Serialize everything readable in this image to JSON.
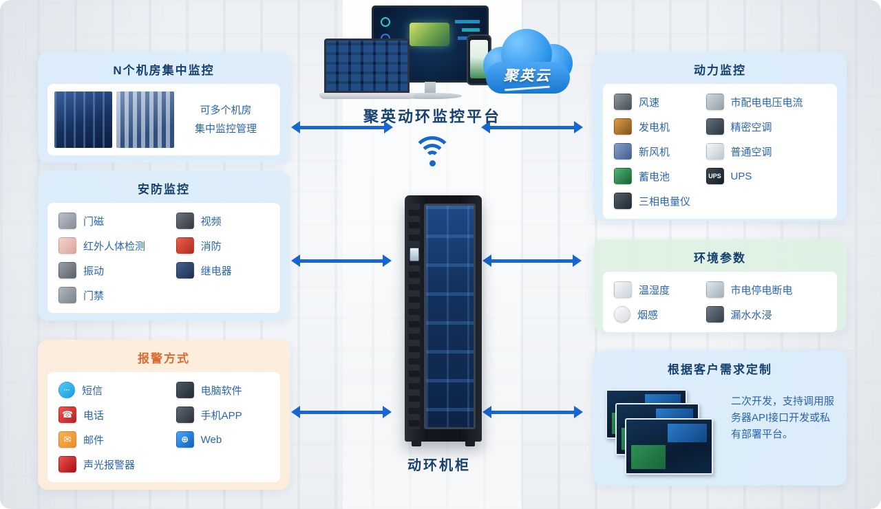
{
  "colors": {
    "arrow": "#1766d1",
    "panel_blue": "#dbecfa",
    "panel_orange": "#fcecdc",
    "panel_green": "#ddf1e3",
    "title_navy": "#16406e",
    "title_orange": "#d96d33",
    "item_blue": "#2a64ad",
    "cloud_blue": "#1f8ce8"
  },
  "cloud": {
    "label": "聚英云"
  },
  "platform_title": "聚英动环监控平台",
  "cabinet_label": "动环机柜",
  "rooms_panel": {
    "title": "N个机房集中监控",
    "caption": [
      "可多个机房",
      "集中监控管理"
    ]
  },
  "security_panel": {
    "title": "安防监控",
    "items": [
      {
        "label": "门磁",
        "icon": "door-magnet-icon",
        "c1": "#b9bfc7",
        "c2": "#878e98"
      },
      {
        "label": "视频",
        "icon": "video-camera-icon",
        "c1": "#6d737b",
        "c2": "#34393f"
      },
      {
        "label": "红外人体检测",
        "icon": "infrared-detector-icon",
        "c1": "#f3d3cd",
        "c2": "#dfa49b"
      },
      {
        "label": "消防",
        "icon": "fire-protection-icon",
        "c1": "#e8604c",
        "c2": "#b02a1c"
      },
      {
        "label": "振动",
        "icon": "vibration-sensor-icon",
        "c1": "#979ea6",
        "c2": "#5a6169"
      },
      {
        "label": "继电器",
        "icon": "relay-icon",
        "c1": "#41608e",
        "c2": "#1f3050"
      },
      {
        "label": "门禁",
        "icon": "access-control-icon",
        "c1": "#b0b7bf",
        "c2": "#7a828b"
      }
    ]
  },
  "alarm_panel": {
    "title": "报警方式",
    "items": [
      {
        "label": "短信",
        "icon": "sms-icon",
        "shape": "circle",
        "glyph": "···",
        "c1": "#55c9f5",
        "c2": "#119fe3"
      },
      {
        "label": "电脑软件",
        "icon": "pc-software-icon",
        "c1": "#4d5863",
        "c2": "#232b33"
      },
      {
        "label": "电话",
        "icon": "telephone-icon",
        "glyph": "☎",
        "c1": "#ee5350",
        "c2": "#bb2020"
      },
      {
        "label": "手机APP",
        "icon": "mobile-app-icon",
        "c1": "#5f6872",
        "c2": "#2a313a"
      },
      {
        "label": "邮件",
        "icon": "email-icon",
        "glyph": "✉",
        "c1": "#f5b253",
        "c2": "#ec8d26"
      },
      {
        "label": "Web",
        "icon": "web-icon",
        "glyph": "⊕",
        "c1": "#47a7f5",
        "c2": "#1160bd"
      },
      {
        "label": "声光报警器",
        "icon": "sound-light-alarm-icon",
        "c1": "#ef5050",
        "c2": "#a31212"
      }
    ]
  },
  "power_panel": {
    "title": "动力监控",
    "items": [
      {
        "label": "风速",
        "icon": "wind-speed-icon",
        "c1": "#8e969e",
        "c2": "#474e56"
      },
      {
        "label": "市配电电压电流",
        "icon": "mains-power-meter-icon",
        "c1": "#d2d8de",
        "c2": "#959da6"
      },
      {
        "label": "发电机",
        "icon": "generator-icon",
        "c1": "#e29a42",
        "c2": "#7e5420"
      },
      {
        "label": "精密空调",
        "icon": "precision-ac-icon",
        "c1": "#5f6e7a",
        "c2": "#2b3740"
      },
      {
        "label": "新风机",
        "icon": "fresh-air-fan-icon",
        "c1": "#87a0c8",
        "c2": "#415d8d"
      },
      {
        "label": "普通空调",
        "icon": "ordinary-ac-icon",
        "c1": "#f4f7f9",
        "c2": "#bfc9d1"
      },
      {
        "label": "蓄电池",
        "icon": "battery-icon",
        "c1": "#53b474",
        "c2": "#176237"
      },
      {
        "label": "UPS",
        "icon": "ups-icon",
        "glyph": "UPS",
        "c1": "#3c4952",
        "c2": "#131d26"
      },
      {
        "label": "三相电量仪",
        "icon": "three-phase-meter-icon",
        "c1": "#525e69",
        "c2": "#1f2931"
      }
    ]
  },
  "environment_panel": {
    "title": "环境参数",
    "items": [
      {
        "label": "温湿度",
        "icon": "temperature-humidity-icon",
        "c1": "#f5f8fa",
        "c2": "#c9d3d9"
      },
      {
        "label": "市电停电断电",
        "icon": "power-outage-icon",
        "c1": "#e1e7ec",
        "c2": "#a5aeb6"
      },
      {
        "label": "烟感",
        "icon": "smoke-detector-icon",
        "shape": "circle",
        "c1": "#fcfdfe",
        "c2": "#d3dade"
      },
      {
        "label": "漏水水浸",
        "icon": "water-leak-icon",
        "c1": "#6e7a84",
        "c2": "#333e47"
      }
    ]
  },
  "custom_panel": {
    "title": "根据客户需求定制",
    "description": "二次开发，支持调用服务器API接口开发或私有部署平台。"
  }
}
